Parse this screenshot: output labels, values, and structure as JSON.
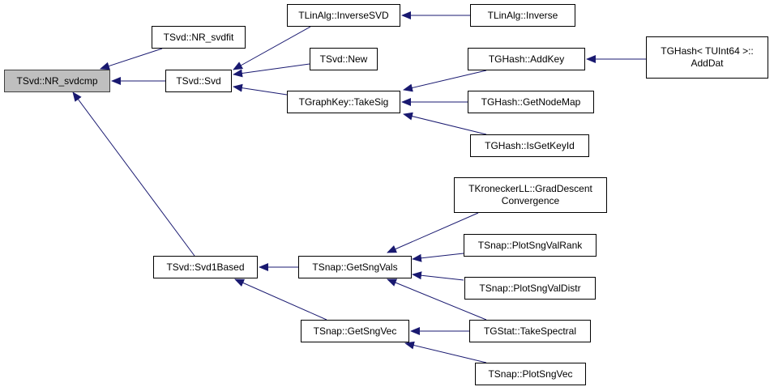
{
  "graph": {
    "edge_color": "#191970",
    "current_fill": "#bfbfbf",
    "nodes": {
      "nr_svdcmp": {
        "lines": [
          "TSvd::NR_svdcmp"
        ]
      },
      "nr_svdfit": {
        "lines": [
          "TSvd::NR_svdfit"
        ]
      },
      "svd": {
        "lines": [
          "TSvd::Svd"
        ]
      },
      "svd1based": {
        "lines": [
          "TSvd::Svd1Based"
        ]
      },
      "inversesvd": {
        "lines": [
          "TLinAlg::InverseSVD"
        ]
      },
      "new": {
        "lines": [
          "TSvd::New"
        ]
      },
      "takesig": {
        "lines": [
          "TGraphKey::TakeSig"
        ]
      },
      "inverse": {
        "lines": [
          "TLinAlg::Inverse"
        ]
      },
      "addkey": {
        "lines": [
          "TGHash::AddKey"
        ]
      },
      "getnodemap": {
        "lines": [
          "TGHash::GetNodeMap"
        ]
      },
      "isgetkeyid": {
        "lines": [
          "TGHash::IsGetKeyId"
        ]
      },
      "adddat": {
        "lines": [
          "TGHash< TUInt64 >::",
          "AddDat"
        ]
      },
      "getsngvals": {
        "lines": [
          "TSnap::GetSngVals"
        ]
      },
      "getsngvec": {
        "lines": [
          "TSnap::GetSngVec"
        ]
      },
      "graddescent": {
        "lines": [
          "TKroneckerLL::GradDescent",
          "Convergence"
        ]
      },
      "plotsngvalrank": {
        "lines": [
          "TSnap::PlotSngValRank"
        ]
      },
      "plotsngvaldistr": {
        "lines": [
          "TSnap::PlotSngValDistr"
        ]
      },
      "takespectral": {
        "lines": [
          "TGStat::TakeSpectral"
        ]
      },
      "plotsngvec": {
        "lines": [
          "TSnap::PlotSngVec"
        ]
      }
    },
    "edges": [
      {
        "caller": "nr_svdfit",
        "callee": "nr_svdcmp"
      },
      {
        "caller": "svd",
        "callee": "nr_svdcmp"
      },
      {
        "caller": "svd1based",
        "callee": "nr_svdcmp"
      },
      {
        "caller": "inversesvd",
        "callee": "svd"
      },
      {
        "caller": "new",
        "callee": "svd"
      },
      {
        "caller": "takesig",
        "callee": "svd"
      },
      {
        "caller": "inverse",
        "callee": "inversesvd"
      },
      {
        "caller": "addkey",
        "callee": "takesig"
      },
      {
        "caller": "getnodemap",
        "callee": "takesig"
      },
      {
        "caller": "isgetkeyid",
        "callee": "takesig"
      },
      {
        "caller": "adddat",
        "callee": "addkey"
      },
      {
        "caller": "getsngvals",
        "callee": "svd1based"
      },
      {
        "caller": "getsngvec",
        "callee": "svd1based"
      },
      {
        "caller": "graddescent",
        "callee": "getsngvals"
      },
      {
        "caller": "plotsngvalrank",
        "callee": "getsngvals"
      },
      {
        "caller": "plotsngvaldistr",
        "callee": "getsngvals"
      },
      {
        "caller": "takespectral",
        "callee": "getsngvals"
      },
      {
        "caller": "takespectral",
        "callee": "getsngvec"
      },
      {
        "caller": "plotsngvec",
        "callee": "getsngvec"
      }
    ]
  }
}
